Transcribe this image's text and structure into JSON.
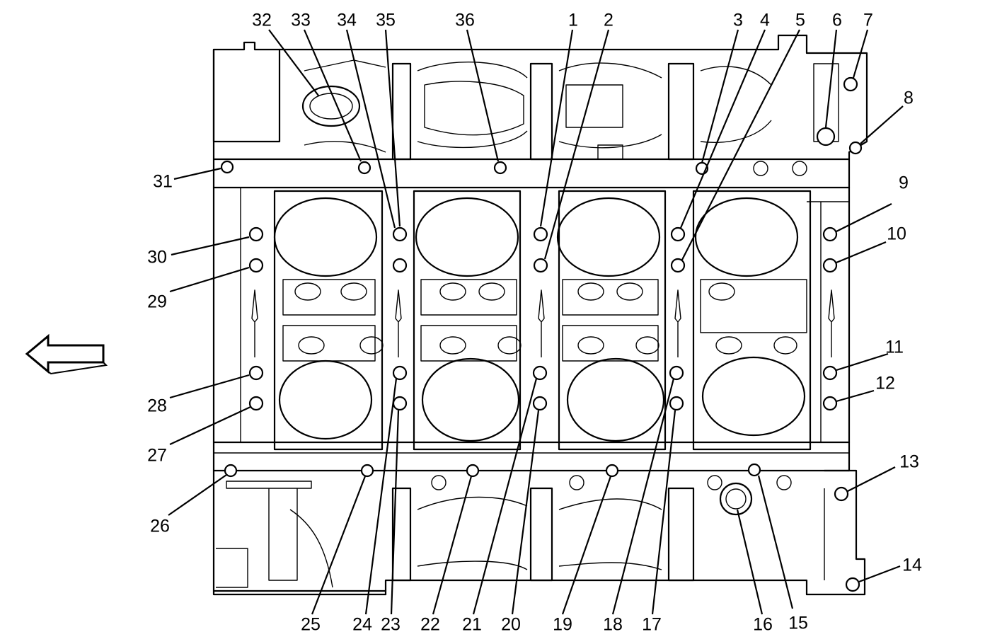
{
  "diagram": {
    "callouts": [
      {
        "label": "1"
      },
      {
        "label": "2"
      },
      {
        "label": "3"
      },
      {
        "label": "4"
      },
      {
        "label": "5"
      },
      {
        "label": "6"
      },
      {
        "label": "7"
      },
      {
        "label": "8"
      },
      {
        "label": "9"
      },
      {
        "label": "10"
      },
      {
        "label": "11"
      },
      {
        "label": "12"
      },
      {
        "label": "13"
      },
      {
        "label": "14"
      },
      {
        "label": "15"
      },
      {
        "label": "16"
      },
      {
        "label": "17"
      },
      {
        "label": "18"
      },
      {
        "label": "19"
      },
      {
        "label": "20"
      },
      {
        "label": "21"
      },
      {
        "label": "22"
      },
      {
        "label": "23"
      },
      {
        "label": "24"
      },
      {
        "label": "25"
      },
      {
        "label": "26"
      },
      {
        "label": "27"
      },
      {
        "label": "28"
      },
      {
        "label": "29"
      },
      {
        "label": "30"
      },
      {
        "label": "31"
      },
      {
        "label": "32"
      },
      {
        "label": "33"
      },
      {
        "label": "34"
      },
      {
        "label": "35"
      },
      {
        "label": "36"
      }
    ],
    "direction_arrow": "arrow-left-icon"
  }
}
